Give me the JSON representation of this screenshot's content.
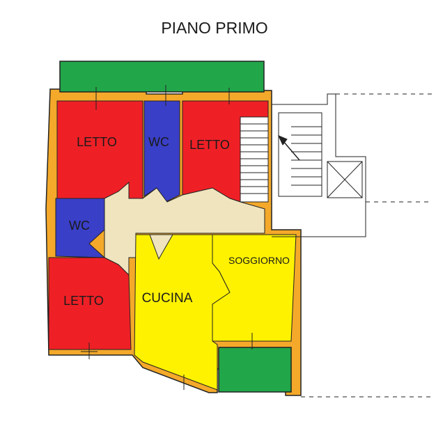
{
  "title": "PIANO PRIMO",
  "rooms": {
    "letto_top_left": "LETTO",
    "wc_top": "WC",
    "letto_top_right": "LETTO",
    "wc_left": "WC",
    "letto_bottom_left": "LETTO",
    "cucina": "CUCINA",
    "soggiorno": "SOGGIORNO"
  },
  "colors": {
    "bedroom": "#ee2026",
    "bathroom": "#3a3fc7",
    "living": "#fff200",
    "balcony": "#22a64a",
    "corridor": "#efe4bd",
    "wall": "#f4a92a",
    "line": "#222222"
  }
}
